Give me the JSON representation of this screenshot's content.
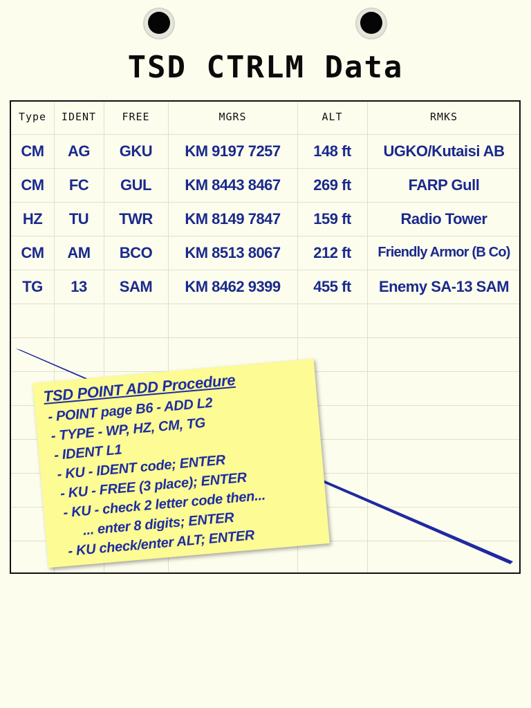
{
  "title": "TSD CTRLM Data",
  "table": {
    "columns": [
      "Type",
      "IDENT",
      "FREE",
      "MGRS",
      "ALT",
      "RMKS"
    ],
    "rows": [
      [
        "CM",
        "AG",
        "GKU",
        "KM 9197 7257",
        "148 ft",
        "UGKO/Kutaisi AB"
      ],
      [
        "CM",
        "FC",
        "GUL",
        "KM 8443 8467",
        "269 ft",
        "FARP Gull"
      ],
      [
        "HZ",
        "TU",
        "TWR",
        "KM 8149 7847",
        "159 ft",
        "Radio Tower"
      ],
      [
        "CM",
        "AM",
        "BCO",
        "KM 8513 8067",
        "212 ft",
        "Friendly Armor (B Co)"
      ],
      [
        "TG",
        "13",
        "SAM",
        "KM 8462 9399",
        "455 ft",
        "Enemy SA-13 SAM"
      ]
    ]
  },
  "note": {
    "title": "TSD POINT ADD Procedure",
    "lines": [
      "-  POINT page B6 - ADD L2",
      "-  TYPE - WP, HZ, CM, TG",
      "-  IDENT L1",
      "-  KU - IDENT code; ENTER",
      "-  KU - FREE (3 place); ENTER",
      "-  KU - check 2 letter code then...",
      "... enter 8 digits; ENTER",
      "- KU check/enter ALT; ENTER"
    ]
  },
  "colors": {
    "background": "#fdfdee",
    "ink_blue": "#1a2a8c",
    "note_yellow": "#fcfb94",
    "pencil_blue": "#1f2aa0"
  }
}
